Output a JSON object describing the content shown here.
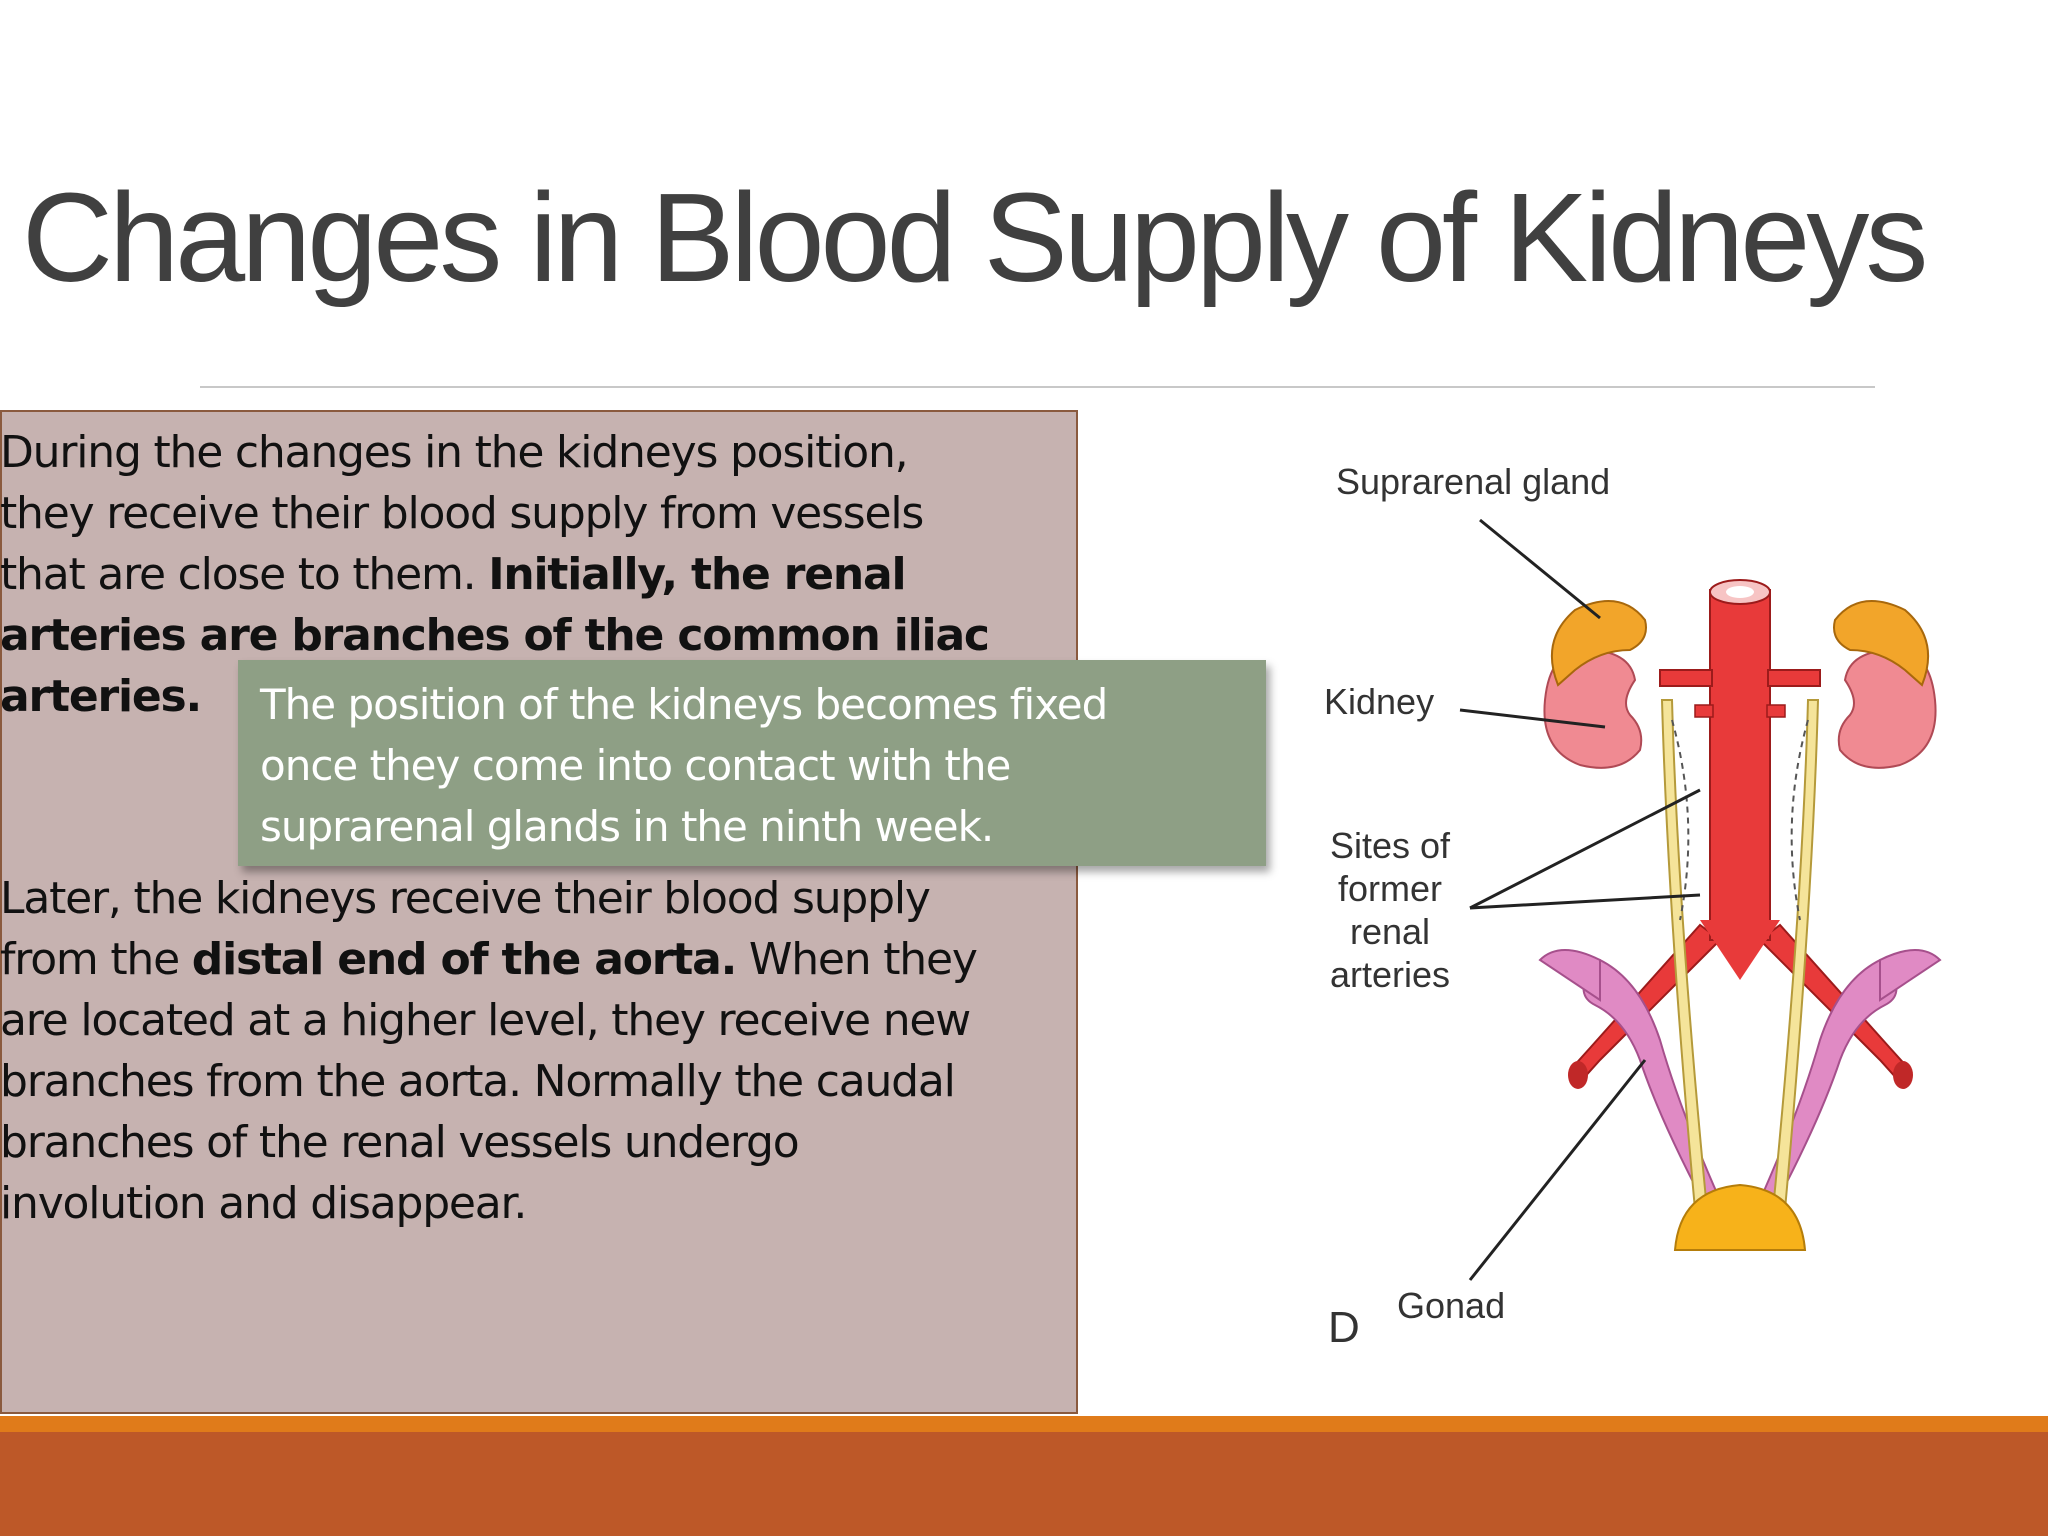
{
  "slide": {
    "title": "Changes in Blood Supply of Kidneys"
  },
  "text_box": {
    "paragraph1": {
      "l1": "During the changes in the kidneys position,",
      "l2": "they receive their blood supply from vessels",
      "l3_plain": "that are close to them. ",
      "l3_bold": "Initially, the renal",
      "l4_bold": "arteries are branches of the common iliac",
      "l5_bold": "arteries."
    },
    "paragraph2": {
      "l1": "Later, the kidneys receive their blood supply",
      "l2_plain": "from the ",
      "l2_bold": "distal end of the aorta.",
      "l2_tail": " When they",
      "l3": "are located at a higher level, they receive new",
      "l4": "branches from the aorta. Normally the caudal",
      "l5": "branches of the renal vessels undergo",
      "l6": "involution and disappear."
    }
  },
  "callout": {
    "l1": "The position of the kidneys becomes fixed",
    "l2": "once they come into contact with the",
    "l3": "suprarenal glands in the ninth week."
  },
  "figure": {
    "label_suprarenal": "Suprarenal gland",
    "label_kidney": "Kidney",
    "label_sites_1": "Sites of",
    "label_sites_2": "former",
    "label_sites_3": "renal",
    "label_sites_4": "arteries",
    "label_gonad": "Gonad",
    "panel_letter": "D",
    "colors": {
      "aorta": "#e83a3a",
      "kidney": "#f08a92",
      "suprarenal": "#f2a52a",
      "ureter": "#f5e49a",
      "gonad_duct": "#e08ac4",
      "gonad": "#f7b21a"
    }
  },
  "theme": {
    "band_orange": "#e07b1a",
    "band_rust": "#bd5828",
    "text_box_bg": "#c6b2b0",
    "callout_bg": "#8e9f85"
  }
}
